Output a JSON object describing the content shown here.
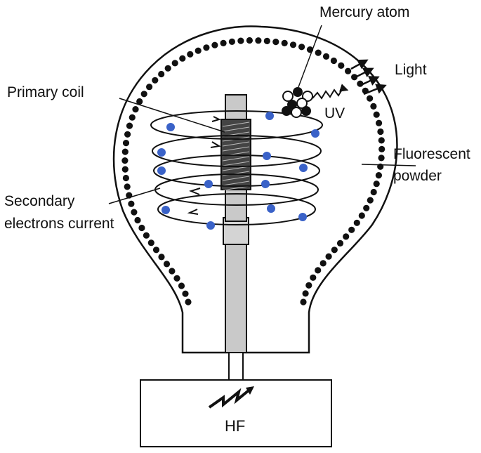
{
  "labels": {
    "mercury_atom": "Mercury atom",
    "light": "Light",
    "uv": "UV",
    "primary_coil": "Primary coil",
    "fluorescent_line1": "Fluorescent",
    "fluorescent_line2": "powder",
    "secondary_line1": "Secondary",
    "secondary_line2": "electrons current",
    "hf": "HF"
  },
  "colors": {
    "outline": "#111111",
    "electron": "#3a62c8",
    "stem": "#c9c9c9",
    "text": "#111111"
  }
}
